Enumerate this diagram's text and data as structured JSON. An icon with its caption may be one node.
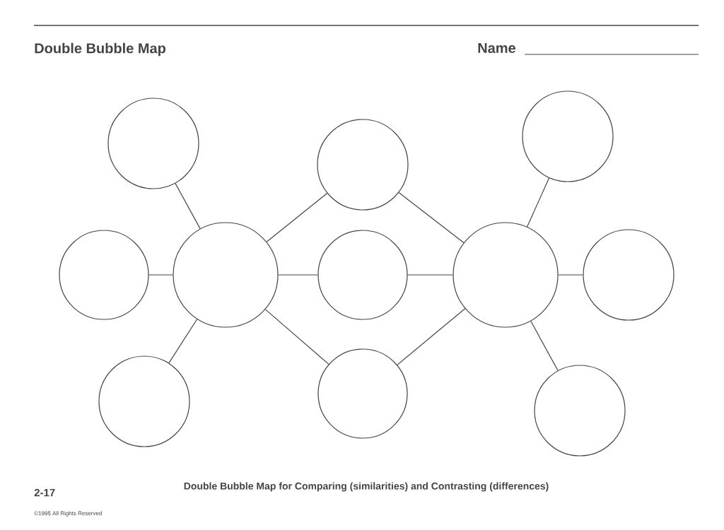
{
  "diagram": {
    "title": "Double Bubble Map",
    "caption": "Double Bubble Map for Comparing (similarities) and Contrasting (differences)",
    "nodes": [
      {
        "text": [],
        "shape": "circle"
      },
      {
        "text": [],
        "shape": "circle"
      },
      {
        "text": [],
        "shape": "circle"
      },
      {
        "text": [],
        "shape": "circle"
      },
      {
        "text": [],
        "shape": "circle"
      },
      {
        "text": [],
        "shape": "circle"
      },
      {
        "text": [],
        "shape": "circle"
      },
      {
        "text": [],
        "shape": "circle"
      },
      {
        "text": [],
        "shape": "circle"
      },
      {
        "text": [],
        "shape": "circle"
      },
      {
        "text": [],
        "shape": "circle"
      }
    ],
    "edges": [
      {
        "from": 3,
        "to": 0,
        "arrow": "none"
      },
      {
        "from": 3,
        "to": 1,
        "arrow": "none"
      },
      {
        "from": 3,
        "to": 2,
        "arrow": "none"
      },
      {
        "from": 3,
        "to": 4,
        "arrow": "none"
      },
      {
        "from": 3,
        "to": 5,
        "arrow": "none"
      },
      {
        "from": 3,
        "to": 6,
        "arrow": "none"
      },
      {
        "from": 4,
        "to": 7,
        "arrow": "none"
      },
      {
        "from": 5,
        "to": 7,
        "arrow": "none"
      },
      {
        "from": 6,
        "to": 7,
        "arrow": "none"
      },
      {
        "from": 7,
        "to": 8,
        "arrow": "none"
      },
      {
        "from": 7,
        "to": 9,
        "arrow": "none"
      },
      {
        "from": 7,
        "to": 10,
        "arrow": "none"
      }
    ],
    "labels": [
      "Name",
      "2-17",
      "©1995 All Rights Reserved"
    ]
  }
}
